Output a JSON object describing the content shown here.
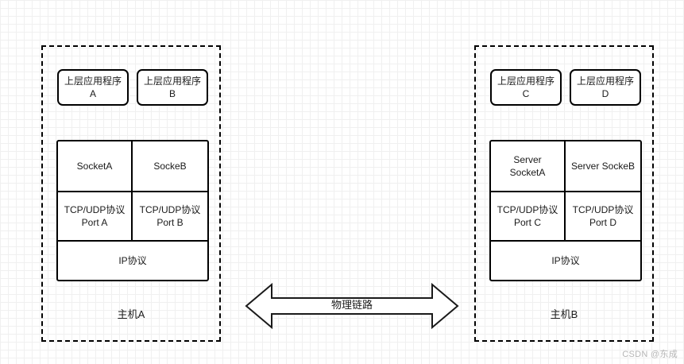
{
  "diagram": {
    "hosts": [
      {
        "id": "host-a",
        "label": "主机A",
        "apps": [
          {
            "name": "app-program-a",
            "text": "上层应用程序A"
          },
          {
            "name": "app-program-b",
            "text": "上层应用程序B"
          }
        ],
        "stack": {
          "sockets": [
            {
              "name": "socket-a",
              "text": "SocketA"
            },
            {
              "name": "socket-b",
              "text": "SockeB"
            }
          ],
          "transport": [
            {
              "name": "transport-port-a",
              "text": "TCP/UDP协议 Port A"
            },
            {
              "name": "transport-port-b",
              "text": "TCP/UDP协议 Port B"
            }
          ],
          "network": {
            "name": "ip-protocol",
            "text": "IP协议"
          }
        }
      },
      {
        "id": "host-b",
        "label": "主机B",
        "apps": [
          {
            "name": "app-program-c",
            "text": "上层应用程序C"
          },
          {
            "name": "app-program-d",
            "text": "上层应用程序D"
          }
        ],
        "stack": {
          "sockets": [
            {
              "name": "server-socket-a",
              "text": "Server SocketA"
            },
            {
              "name": "server-socket-b",
              "text": "Server SockeB"
            }
          ],
          "transport": [
            {
              "name": "transport-port-c",
              "text": "TCP/UDP协议 Port C"
            },
            {
              "name": "transport-port-d",
              "text": "TCP/UDP协议 Port D"
            }
          ],
          "network": {
            "name": "ip-protocol",
            "text": "IP协议"
          }
        }
      }
    ],
    "link": {
      "label": "物理链路",
      "direction": "bidirectional"
    },
    "watermark": "CSDN @东成",
    "colors": {
      "stroke": "#000000",
      "text": "#1a1a1a",
      "background": "#ffffff",
      "grid_minor": "#f0f0f0",
      "grid_major": "#e4e4e4",
      "watermark": "#b5b5b5"
    }
  }
}
